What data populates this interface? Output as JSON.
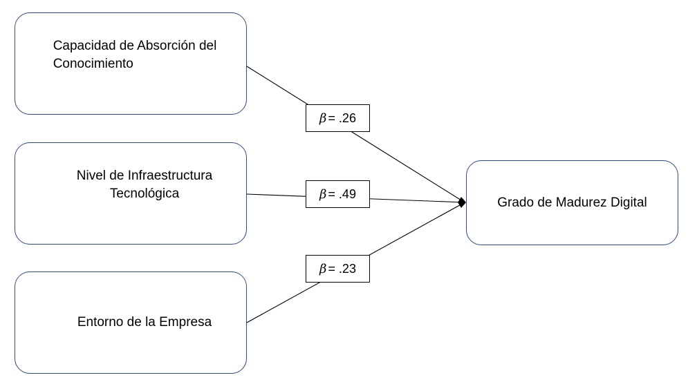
{
  "diagram": {
    "nodes": {
      "absorcion": {
        "label": "Capacidad de Absorción del\nConocimiento"
      },
      "infraestructura": {
        "label": "Nivel de Infraestructura\nTecnológica"
      },
      "entorno": {
        "label": "Entorno de la Empresa"
      },
      "madurez": {
        "label": "Grado de Madurez Digital"
      }
    },
    "paths": [
      {
        "symbol": "β",
        "value": "= .26"
      },
      {
        "symbol": "β",
        "value": "= .49"
      },
      {
        "symbol": "β",
        "value": "= .23"
      }
    ]
  },
  "colors": {
    "node_border": "#2f4a7a",
    "line": "#000000"
  }
}
